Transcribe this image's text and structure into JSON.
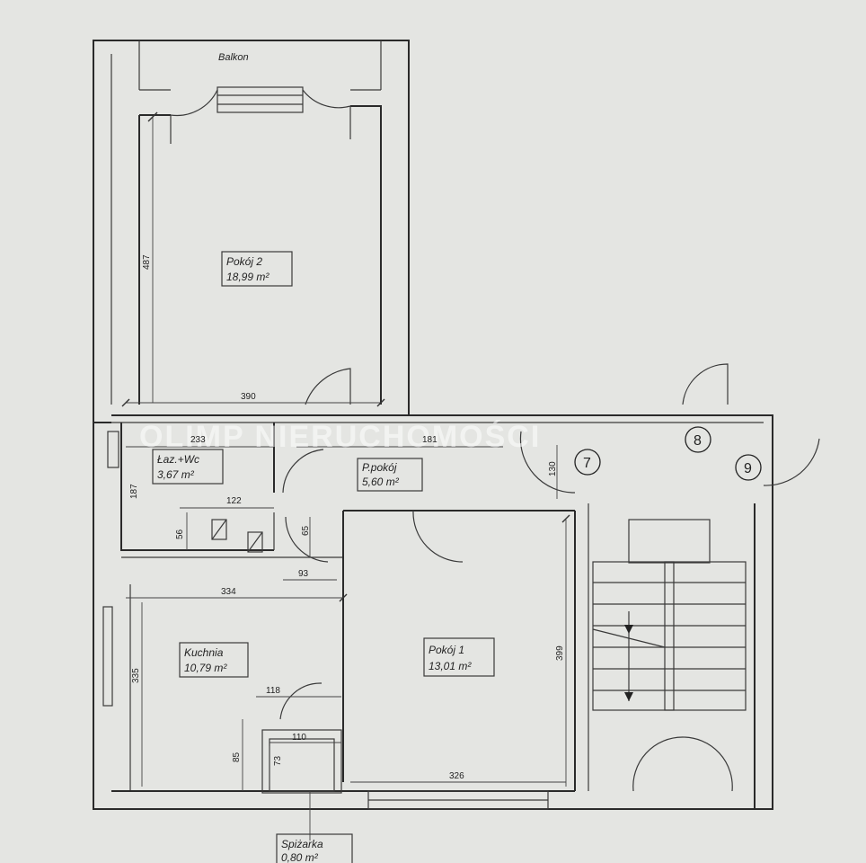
{
  "watermark": "OLIMP NIERUCHOMOŚCI",
  "balcony": {
    "label": "Balkon"
  },
  "rooms": [
    {
      "id": "pokoj2",
      "name": "Pokój 2",
      "area": "18,99",
      "unit": "m²"
    },
    {
      "id": "lazienka",
      "name": "Łaz.+Wc",
      "area": "3,67",
      "unit": "m²"
    },
    {
      "id": "przedpokoj",
      "name": "P.pokój",
      "area": "5,60",
      "unit": "m²"
    },
    {
      "id": "kuchnia",
      "name": "Kuchnia",
      "area": "10,79",
      "unit": "m²"
    },
    {
      "id": "pokoj1",
      "name": "Pokój 1",
      "area": "13,01",
      "unit": "m²"
    },
    {
      "id": "spizarka",
      "name": "Spiżarka",
      "area": "0,80",
      "unit": "m²"
    }
  ],
  "dimensions": {
    "pokoj2_height": "487",
    "pokoj2_width": "390",
    "lazienka_width": "233",
    "przedpokoj_width": "181",
    "hall_height": "130",
    "lazienka_height": "187",
    "wc_width": "122",
    "wc_height": "56",
    "door_65": "65",
    "door_93": "93",
    "kuchnia_width": "334",
    "kuchnia_height": "335",
    "pokoj1_height": "399",
    "pokoj1_width": "326",
    "spizarka_118": "118",
    "spizarka_110": "110",
    "spizarka_85": "85",
    "spizarka_73": "73"
  },
  "stair_numbers": [
    "7",
    "8",
    "9"
  ]
}
